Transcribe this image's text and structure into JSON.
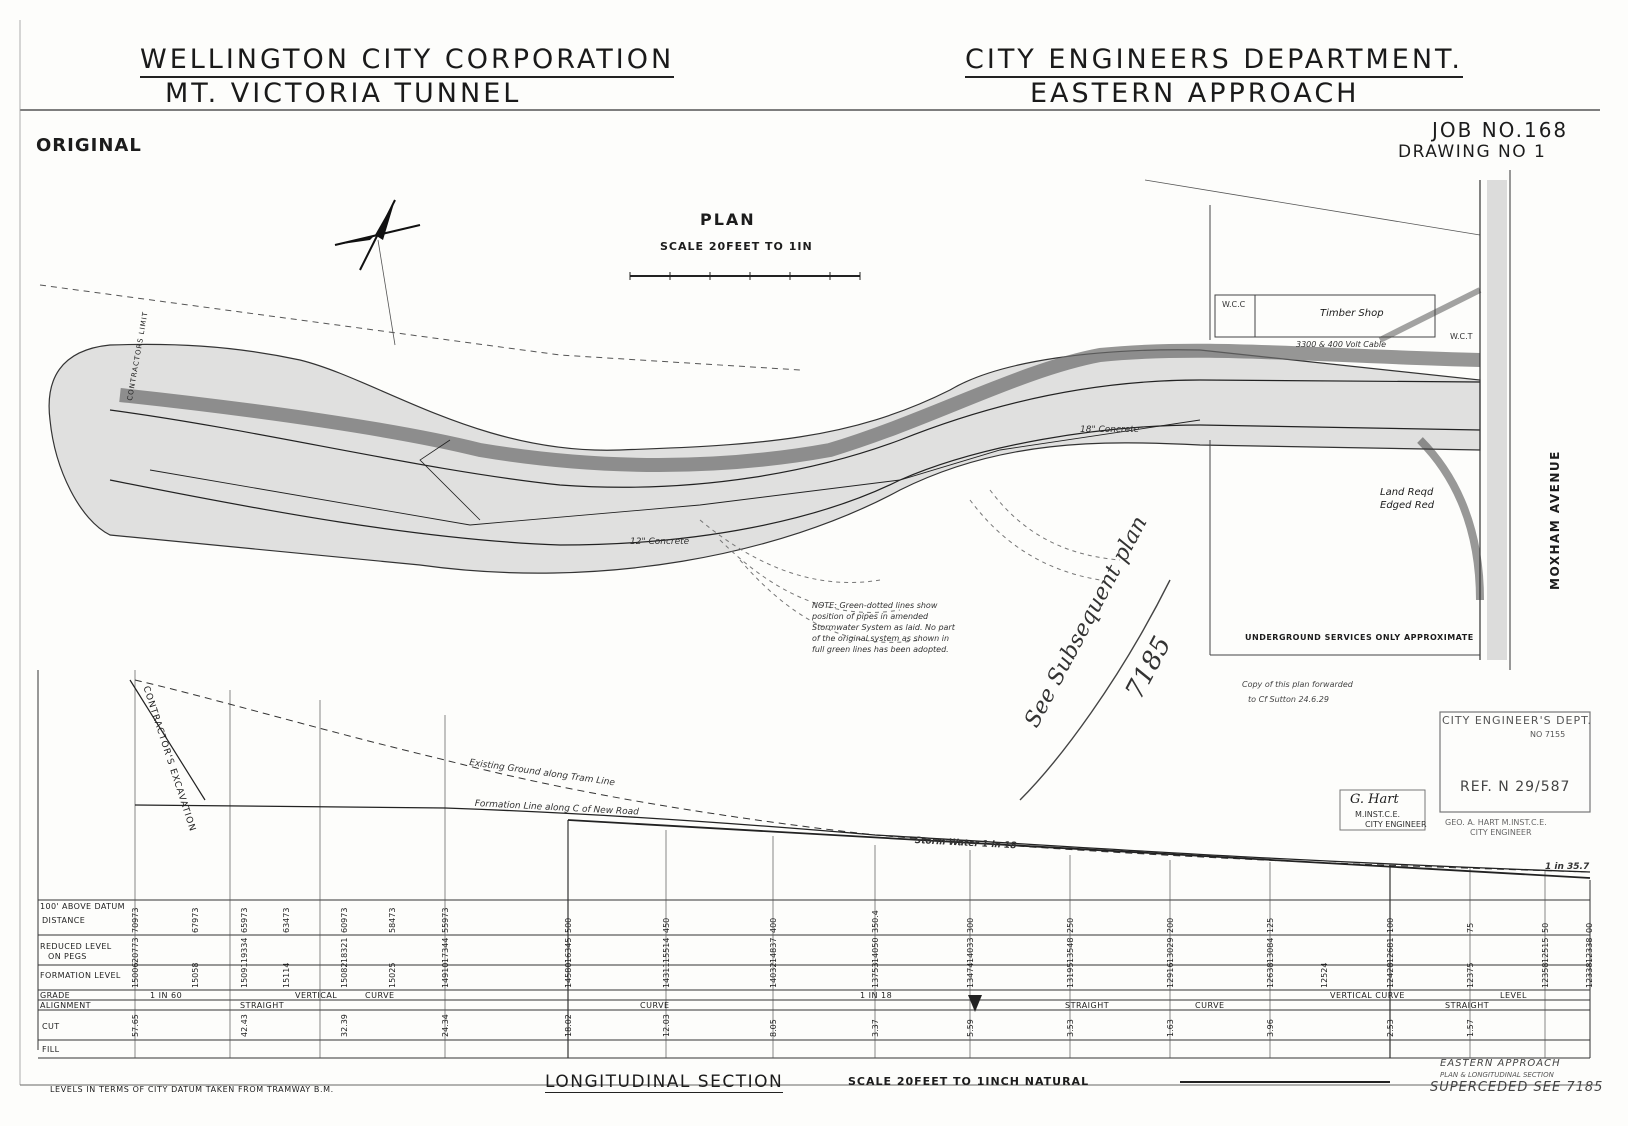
{
  "header": {
    "left_line1": "WELLINGTON CITY CORPORATION",
    "left_line2": "MT. VICTORIA TUNNEL",
    "right_line1": "CITY ENGINEERS DEPARTMENT.",
    "right_line2": "EASTERN APPROACH"
  },
  "original_label": "ORIGINAL",
  "job_no": "JOB NO.168",
  "drawing_no": "DRAWING NO 1",
  "plan": {
    "title": "PLAN",
    "scale": "SCALE 20FEET TO 1IN",
    "labels": {
      "concrete_1": "12\" Concrete",
      "concrete_2": "18\" Concrete",
      "timber_shop": "Timber Shop",
      "land_reqd": "Land Reqd",
      "edged_red": "Edged Red",
      "moxham": "MOXHAM AVENUE",
      "wcc": "W.C.C",
      "wcc_2": "W.C.T",
      "cable": "3300 & 400 Volt Cable",
      "contractors_limit": "CONTRACTORS LIMIT",
      "underground": "UNDERGROUND SERVICES ONLY APPROXIMATE"
    },
    "note": "NOTE: Green-dotted lines show position of pipes in amended Stormwater System as laid. No part of the original system as shown in full green lines has been adopted."
  },
  "annotations": {
    "handwritten": "See Subsequent plan",
    "handwritten_num": "7185",
    "copy_note": "Copy of this plan forwarded",
    "copy_note_2": "to Cf Sutton 24.6.29"
  },
  "stamp": {
    "dept": "CITY ENGINEER'S DEPT.",
    "no": "NO 7155",
    "ref": "REF. N 29/587",
    "signature": "G. Hart",
    "sig_title_1": "M.INST.C.E.",
    "sig_title_2": "CITY ENGINEER",
    "approved": "GEO. A. HART M.INST.C.E.",
    "approved_2": "CITY ENGINEER"
  },
  "section": {
    "title": "LONGITUDINAL SECTION",
    "scale": "SCALE 20FEET TO 1INCH NATURAL",
    "levels_note": "LEVELS IN TERMS OF CITY DATUM TAKEN FROM TRAMWAY B.M.",
    "ground_label": "Existing Ground along Tram Line",
    "formation_label": "Formation Line along C of New Road",
    "storm_label": "Storm Water 1 in 18",
    "slope_label": "1 in 35.7",
    "excavation": "CONTRACTOR'S EXCAVATION",
    "rows": {
      "datum": "100' ABOVE DATUM",
      "distance": "DISTANCE",
      "reduced_1": "REDUCED LEVEL",
      "reduced_2": "ON PEGS",
      "formation": "FORMATION LEVEL",
      "grade": "GRADE",
      "alignment": "ALIGNMENT",
      "cut": "CUT",
      "fill": "FILL"
    },
    "grade_segments": [
      "1 IN 60",
      "VERTICAL",
      "CURVE",
      "1 IN 18",
      "VERTICAL CURVE",
      "LEVEL"
    ],
    "alignment_segments": [
      "STRAIGHT",
      "CURVE",
      "STRAIGHT",
      "CURVE",
      "STRAIGHT"
    ],
    "distances": [
      "70973",
      "67973",
      "65973",
      "63473",
      "60973",
      "58473",
      "55973",
      "500",
      "450",
      "400",
      "350.4",
      "300",
      "250",
      "200",
      "125",
      "100",
      "75",
      "50",
      "00"
    ],
    "reduced": [
      "20773",
      "19334",
      "18321",
      "17344",
      "16345",
      "15514",
      "14837",
      "14050",
      "14033",
      "13548",
      "13029",
      "13084",
      "12681",
      "12515",
      "12338"
    ],
    "formation_levels": [
      "15006",
      "15058",
      "15091",
      "15114",
      "15082",
      "15025",
      "14910",
      "14580",
      "14311",
      "14032",
      "13753",
      "13474",
      "13195",
      "12916",
      "12638",
      "12524",
      "12428",
      "12375",
      "12358",
      "12338"
    ],
    "cuts": [
      "57.65",
      "42.43",
      "32.39",
      "24.34",
      "18.02",
      "12.03",
      "8.05",
      "3.37",
      "5.59",
      "3.53",
      "1.63",
      "3.96",
      "2.53",
      "1.57"
    ]
  },
  "footer_stamp": {
    "line1": "EASTERN APPROACH",
    "line2": "PLAN & LONGITUDINAL SECTION",
    "line3": "SUPERCEDED SEE 7185"
  }
}
